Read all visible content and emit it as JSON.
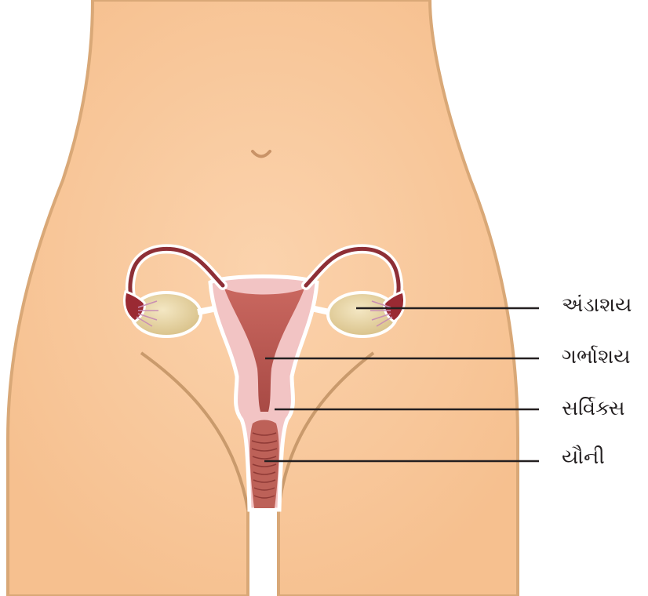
{
  "colors": {
    "skin": "#f9c9a0",
    "skin_outline": "#d9a877",
    "uterus_outer": "#f2c4c4",
    "uterus_inner": "#b5574f",
    "ovary": "#e6d3a3",
    "tube": "#8e2f36",
    "fimbriae": "#9a2a33",
    "leader_line": "#231f20"
  },
  "labels": {
    "ovary": "અંડાશય",
    "uterus": "ગર્ભાશય",
    "cervix": "સર્વિક્સ",
    "vagina": "યૌની"
  }
}
